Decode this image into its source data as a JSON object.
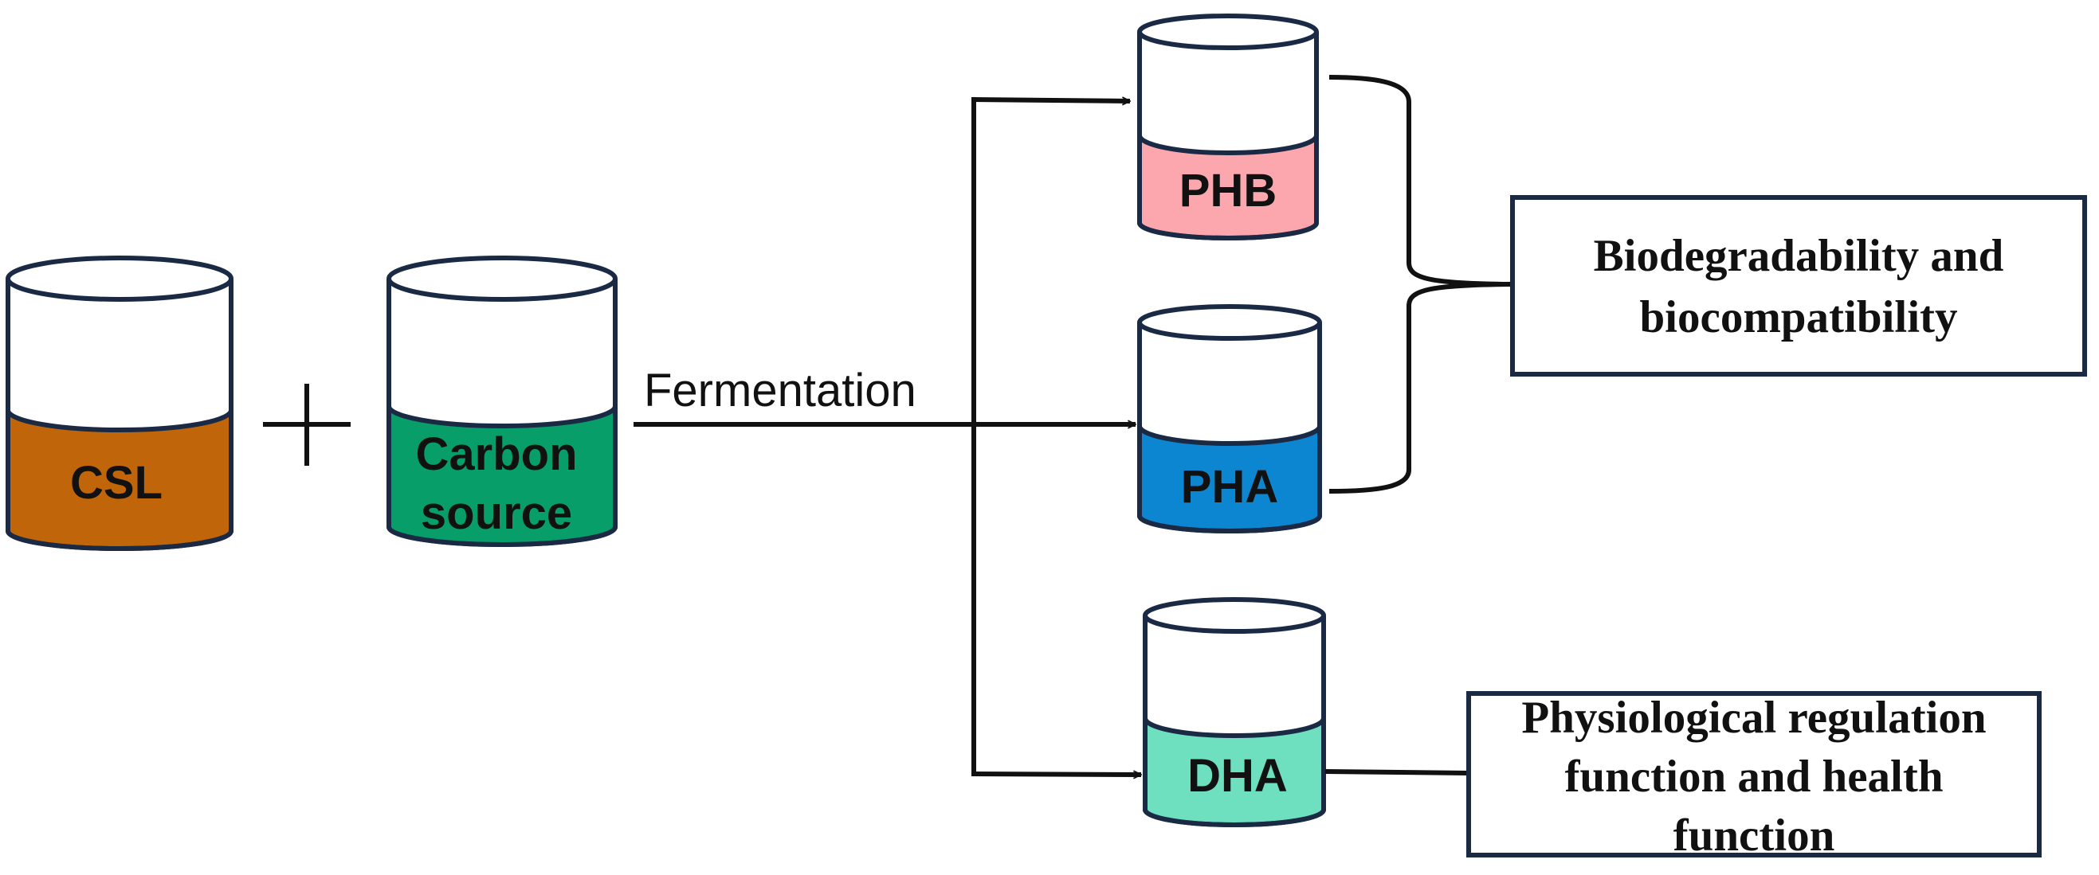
{
  "inputs": {
    "csl": {
      "label": "CSL",
      "fill": "#c0650a"
    },
    "plus_symbol": "+",
    "carbon": {
      "label_line1": "Carbon",
      "label_line2": "source",
      "fill": "#079e6a"
    }
  },
  "process": {
    "label": "Fermentation"
  },
  "products": {
    "phb": {
      "label": "PHB",
      "fill": "#fca7ae"
    },
    "pha": {
      "label": "PHA",
      "fill": "#0d86d2"
    },
    "dha": {
      "label": "DHA",
      "fill": "#6fe0bf"
    }
  },
  "outcomes": {
    "bio": {
      "line1": "Biodegradability and",
      "line2": "biocompatibility"
    },
    "physio": {
      "line1": "Physiological regulation",
      "line2": "function and health",
      "line3": "function"
    }
  },
  "colors": {
    "outline": "#1b2a44",
    "line": "#111111"
  }
}
